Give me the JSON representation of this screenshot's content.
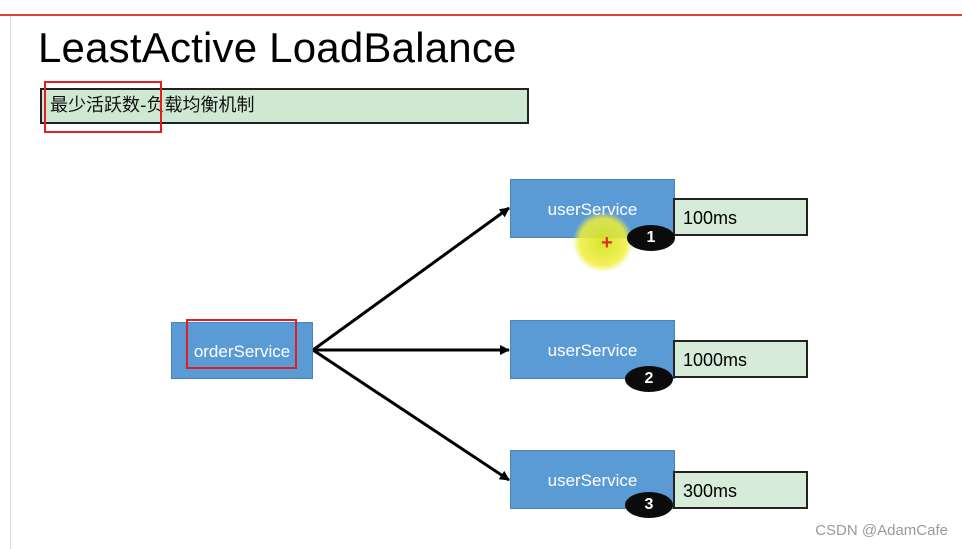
{
  "slide": {
    "title": "LeastActive LoadBalance",
    "subtitle": "最少活跃数-负载均衡机制"
  },
  "diagram": {
    "source": {
      "label": "orderService"
    },
    "targets": [
      {
        "label": "userService",
        "latency": "100ms",
        "badge": "1"
      },
      {
        "label": "userService",
        "latency": "1000ms",
        "badge": "2"
      },
      {
        "label": "userService",
        "latency": "300ms",
        "badge": "3"
      }
    ]
  },
  "colors": {
    "service_fill": "#5b9bd5",
    "label_fill": "#cfe8d2",
    "highlight": "#e02020",
    "header_rule": "#e0403a"
  },
  "watermark": "CSDN @AdamCafe"
}
